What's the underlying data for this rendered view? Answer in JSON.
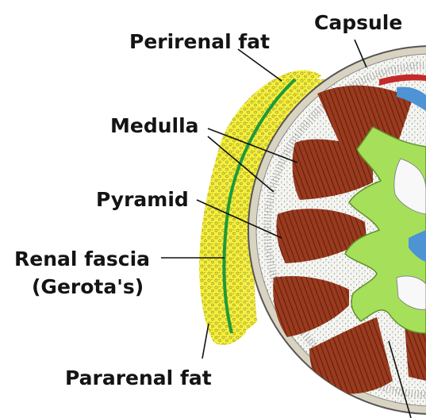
{
  "labels": {
    "capsule": "Capsule",
    "perirenal_fat": "Perirenal fat",
    "medulla": "Medulla",
    "pyramid": "Pyramid",
    "renal_fascia": "Renal fascia",
    "gerotas": "(Gerota's)",
    "pararenal_fat": "Pararenal fat"
  },
  "colors": {
    "fat_yellow": "#f3ee3c",
    "fascia_green": "#1f9a3a",
    "pelvis_green": "#a6e05a",
    "pyramid_brown": "#9a3a1e",
    "cortex_white": "#f4f4f0",
    "vessel_red": "#c42a2a",
    "vessel_blue": "#4e93d4",
    "label_text": "#141414"
  }
}
